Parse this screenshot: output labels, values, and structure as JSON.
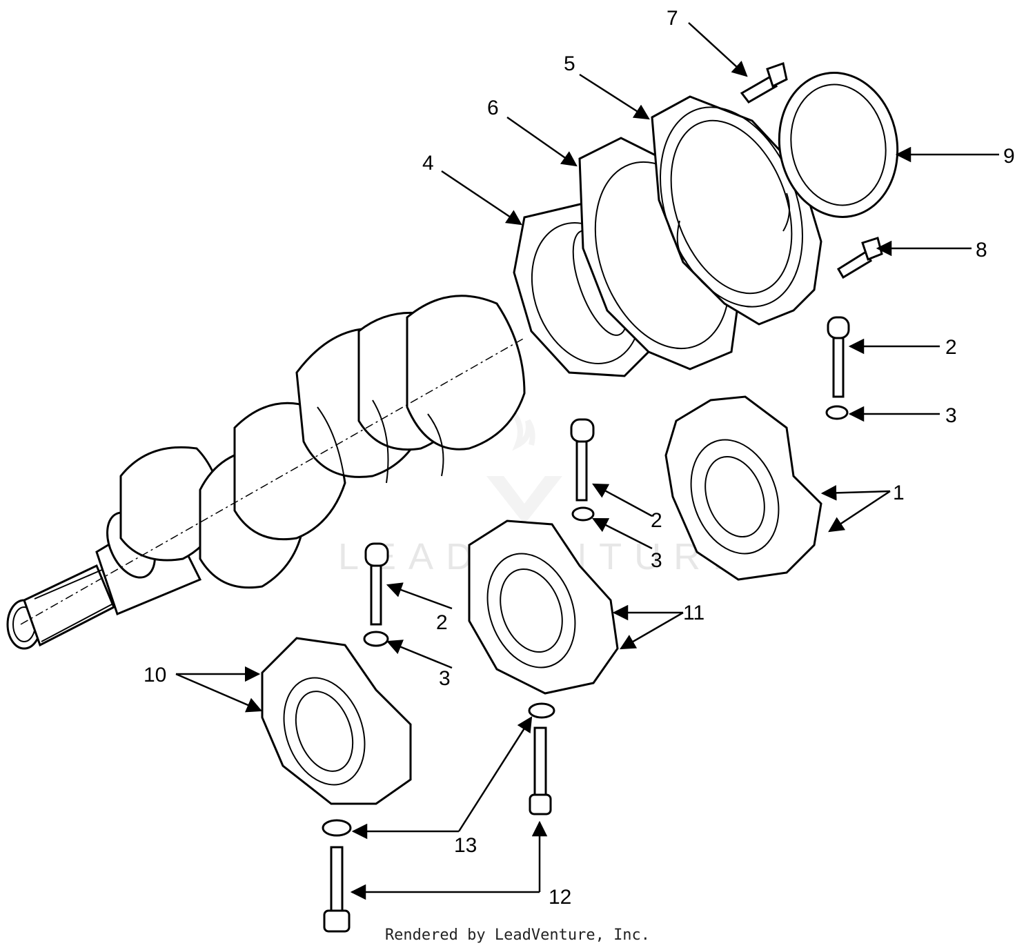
{
  "diagram": {
    "watermark": "LEADVENTURE",
    "credit": "Rendered by LeadVenture, Inc.",
    "callouts": [
      {
        "id": "1",
        "label": "1"
      },
      {
        "id": "2a",
        "label": "2"
      },
      {
        "id": "2b",
        "label": "2"
      },
      {
        "id": "2c",
        "label": "2"
      },
      {
        "id": "3a",
        "label": "3"
      },
      {
        "id": "3b",
        "label": "3"
      },
      {
        "id": "3c",
        "label": "3"
      },
      {
        "id": "4",
        "label": "4"
      },
      {
        "id": "5",
        "label": "5"
      },
      {
        "id": "6",
        "label": "6"
      },
      {
        "id": "7",
        "label": "7"
      },
      {
        "id": "8",
        "label": "8"
      },
      {
        "id": "9",
        "label": "9"
      },
      {
        "id": "10",
        "label": "10"
      },
      {
        "id": "11",
        "label": "11"
      },
      {
        "id": "12",
        "label": "12"
      },
      {
        "id": "13",
        "label": "13"
      }
    ]
  }
}
